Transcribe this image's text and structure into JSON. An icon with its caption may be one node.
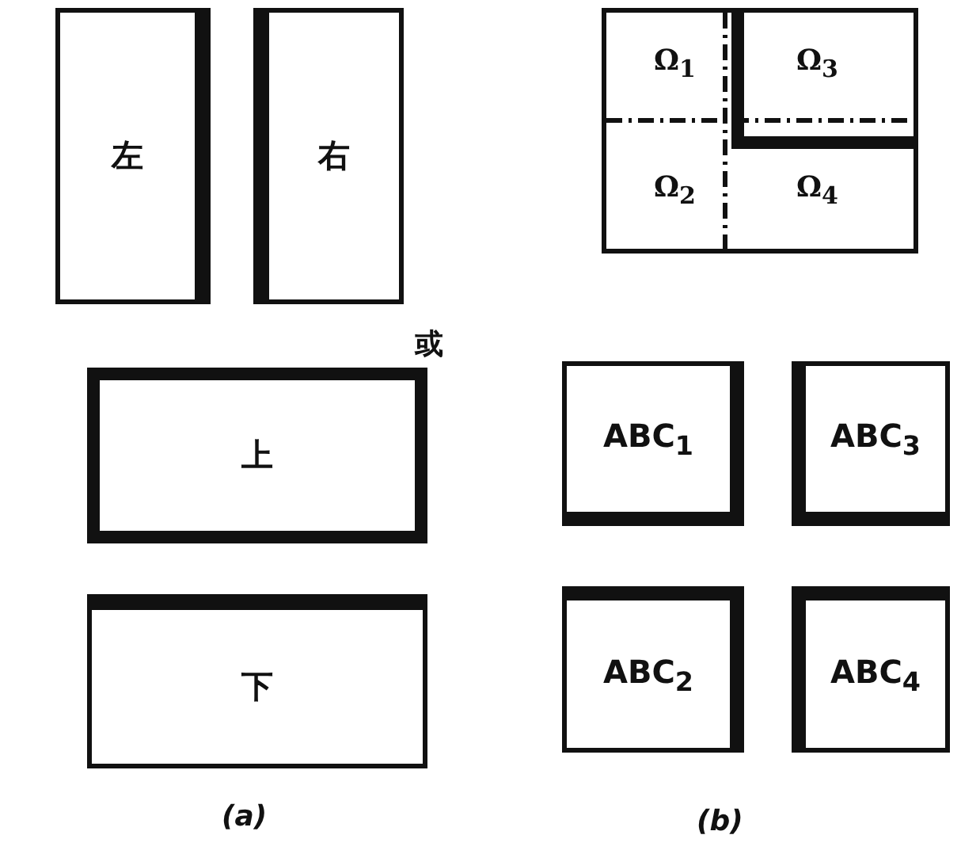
{
  "diagram": {
    "nodes": [
      {
        "text": [
          "左"
        ]
      },
      {
        "text": [
          "右"
        ]
      },
      {
        "text": [
          "上"
        ]
      },
      {
        "text": [
          "下"
        ]
      },
      {
        "text": [],
        "shape": "box"
      },
      {
        "text": [
          "Ω$_{1}$"
        ],
        "in": 4
      },
      {
        "text": [
          "Ω$_{3}$"
        ],
        "in": 4
      },
      {
        "text": [
          "Ω$_{2}$"
        ],
        "in": 4
      },
      {
        "text": [
          "Ω$_{4}$"
        ],
        "in": 4
      },
      {
        "text": [
          "ABC$_{1}$"
        ]
      },
      {
        "text": [
          "ABC$_{3}$"
        ]
      },
      {
        "text": [
          "ABC$_{2}$"
        ]
      },
      {
        "text": [
          "ABC$_{4}$"
        ]
      }
    ],
    "labels": [
      "或",
      "(a)",
      "(b)"
    ]
  }
}
